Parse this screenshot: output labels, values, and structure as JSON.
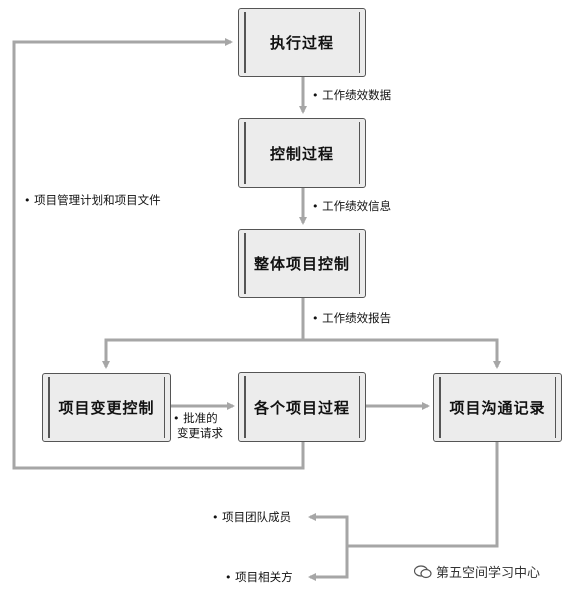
{
  "nodes": {
    "execute": "执行过程",
    "control": "控制过程",
    "integrated": "整体项目控制",
    "change": "项目变更控制",
    "each": "各个项目过程",
    "comms": "项目沟通记录"
  },
  "labels": {
    "plan_docs": "项目管理计划和项目文件",
    "work_data": "工作绩效数据",
    "work_info": "工作绩效信息",
    "work_report": "工作绩效报告",
    "approved_line1": "批准的",
    "approved_line2": "变更请求",
    "team_members": "项目团队成员",
    "stakeholders": "项目相关方"
  },
  "bullet": "•",
  "watermark": "第五空间学习中心",
  "colors": {
    "arrow": "#a6a6a6",
    "box_fill": "#ececec",
    "box_border": "#555555"
  }
}
